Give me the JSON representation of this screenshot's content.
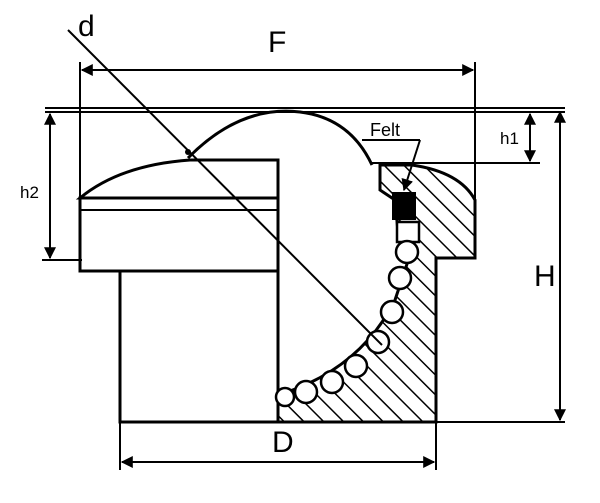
{
  "labels": {
    "d": "d",
    "F": "F",
    "Felt": "Felt",
    "h1": "h1",
    "h2": "h2",
    "H": "H",
    "D": "D"
  }
}
